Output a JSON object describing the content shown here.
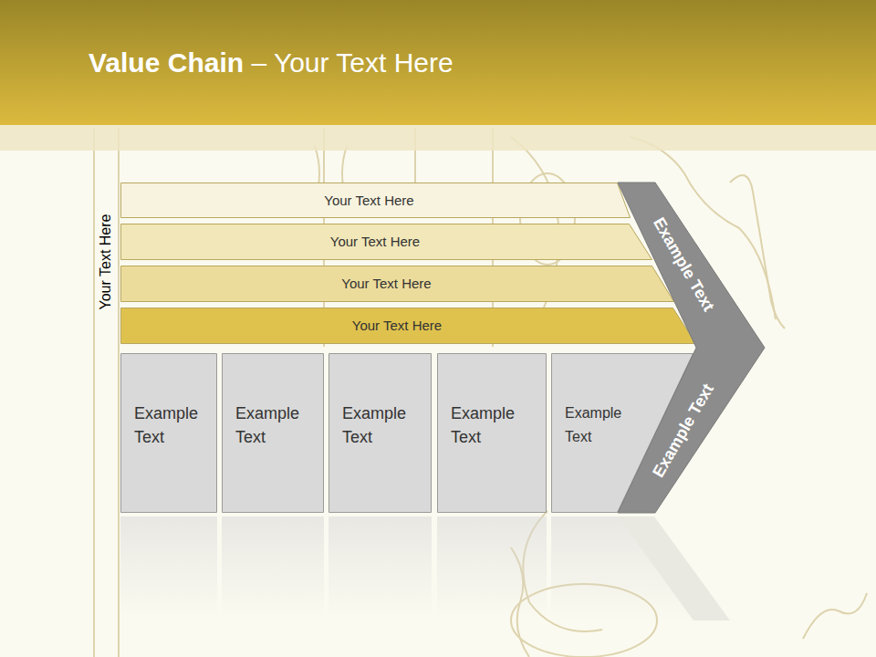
{
  "diagram": {
    "title": "Value Chain – Your Text Here",
    "nodes": [
      {
        "text": [
          "Your Text Here"
        ]
      },
      {
        "text": [
          "Your Text Here"
        ]
      },
      {
        "text": [
          "Your Text Here"
        ]
      },
      {
        "text": [
          "Your Text Here"
        ]
      },
      {
        "text": [
          "Example Text"
        ]
      },
      {
        "text": [
          "Example Text"
        ]
      },
      {
        "text": [
          "Example Text"
        ]
      },
      {
        "text": [
          "Example Text"
        ]
      },
      {
        "text": [
          "Example Text"
        ]
      },
      {
        "text": [
          "Example Text",
          "Example Text"
        ]
      }
    ],
    "labels": [
      "Your Text Here"
    ]
  }
}
